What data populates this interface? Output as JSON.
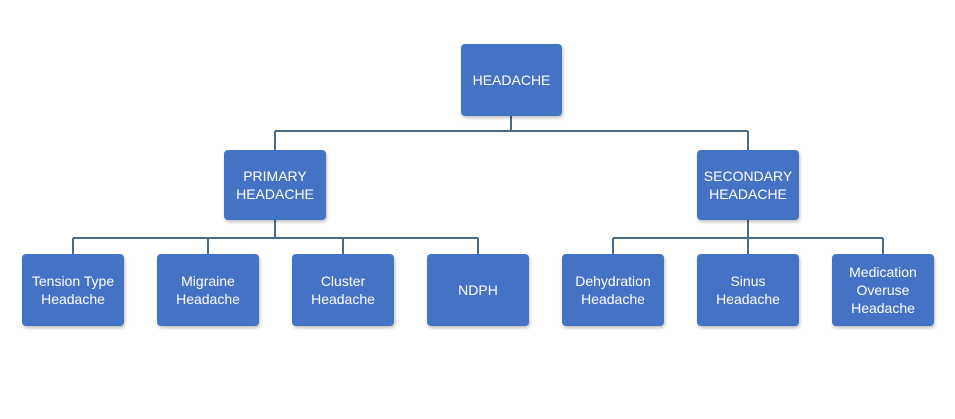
{
  "diagram": {
    "root": {
      "lines": [
        "HEADACHE"
      ]
    },
    "primary": {
      "lines": [
        "PRIMARY",
        "HEADACHE"
      ]
    },
    "secondary": {
      "lines": [
        "SECONDARY",
        "HEADACHE"
      ]
    },
    "primary_children": [
      {
        "lines": [
          "Tension Type",
          "Headache"
        ]
      },
      {
        "lines": [
          "Migraine",
          "Headache"
        ]
      },
      {
        "lines": [
          "Cluster",
          "Headache"
        ]
      },
      {
        "lines": [
          "NDPH"
        ]
      }
    ],
    "secondary_children": [
      {
        "lines": [
          "Dehydration",
          "Headache"
        ]
      },
      {
        "lines": [
          "Sinus",
          "Headache"
        ]
      },
      {
        "lines": [
          "Medication",
          "Overuse",
          "Headache"
        ]
      }
    ],
    "colors": {
      "box": "#4472c4",
      "connector": "#4a6a86",
      "text": "#ffffff"
    }
  }
}
